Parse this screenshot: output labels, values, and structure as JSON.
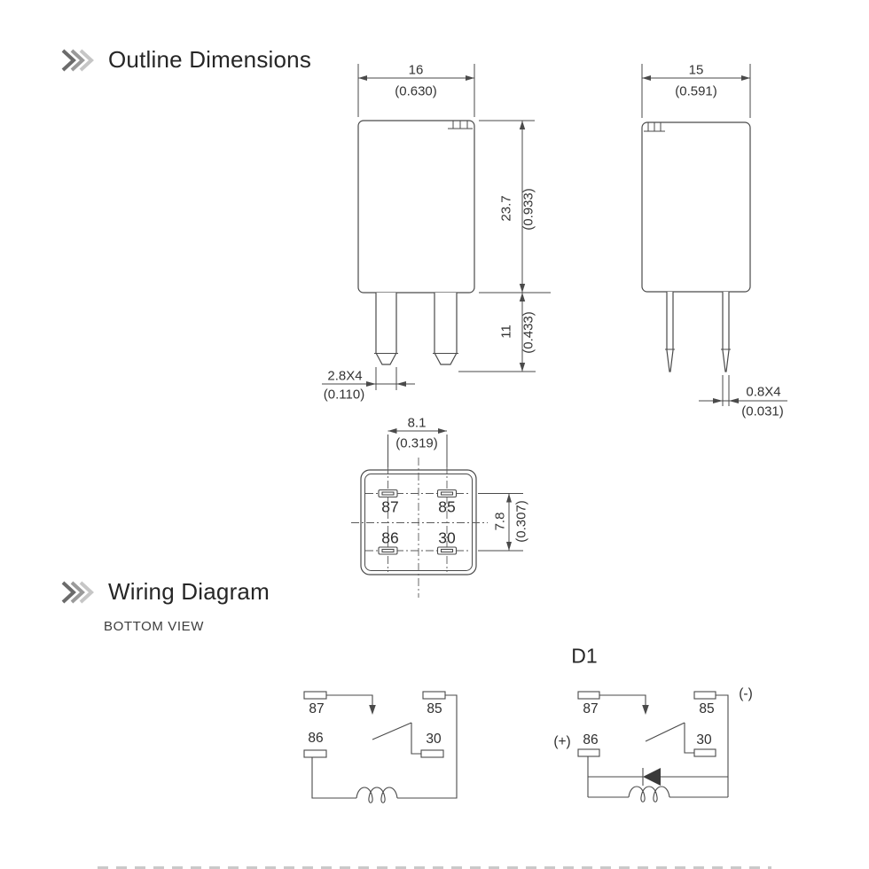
{
  "sections": {
    "outline": {
      "title": "Outline Dimensions"
    },
    "wiring": {
      "title": "Wiring Diagram",
      "subtitle": "BOTTOM VIEW"
    }
  },
  "outline": {
    "front": {
      "width_mm": "16",
      "width_in": "(0.630)",
      "height_mm": "23.7",
      "height_in": "(0.933)",
      "pin_len_mm": "11",
      "pin_len_in": "(0.433)",
      "pin_size_mm": "2.8X4",
      "pin_size_in": "(0.110)"
    },
    "side": {
      "width_mm": "15",
      "width_in": "(0.591)",
      "pin_size_mm": "0.8X4",
      "pin_size_in": "(0.031)"
    },
    "bottom": {
      "pitch_h_mm": "8.1",
      "pitch_h_in": "(0.319)",
      "pitch_v_mm": "7.8",
      "pitch_v_in": "(0.307)",
      "pin_87": "87",
      "pin_85": "85",
      "pin_86": "86",
      "pin_30": "30"
    }
  },
  "wiring": {
    "standard": {
      "pin_87": "87",
      "pin_85": "85",
      "pin_86": "86",
      "pin_30": "30"
    },
    "d1": {
      "title": "D1",
      "pin_87": "87",
      "pin_85": "85",
      "pin_86": "86",
      "pin_30": "30",
      "positive": "(+)",
      "negative": "(-)"
    }
  },
  "colors": {
    "line": "#4a4a4a",
    "text": "#333333",
    "heading": "#262626",
    "chevron_dark": "#6b6b6b",
    "chevron_mid": "#9a9a9a",
    "chevron_light": "#c6c6c6"
  }
}
